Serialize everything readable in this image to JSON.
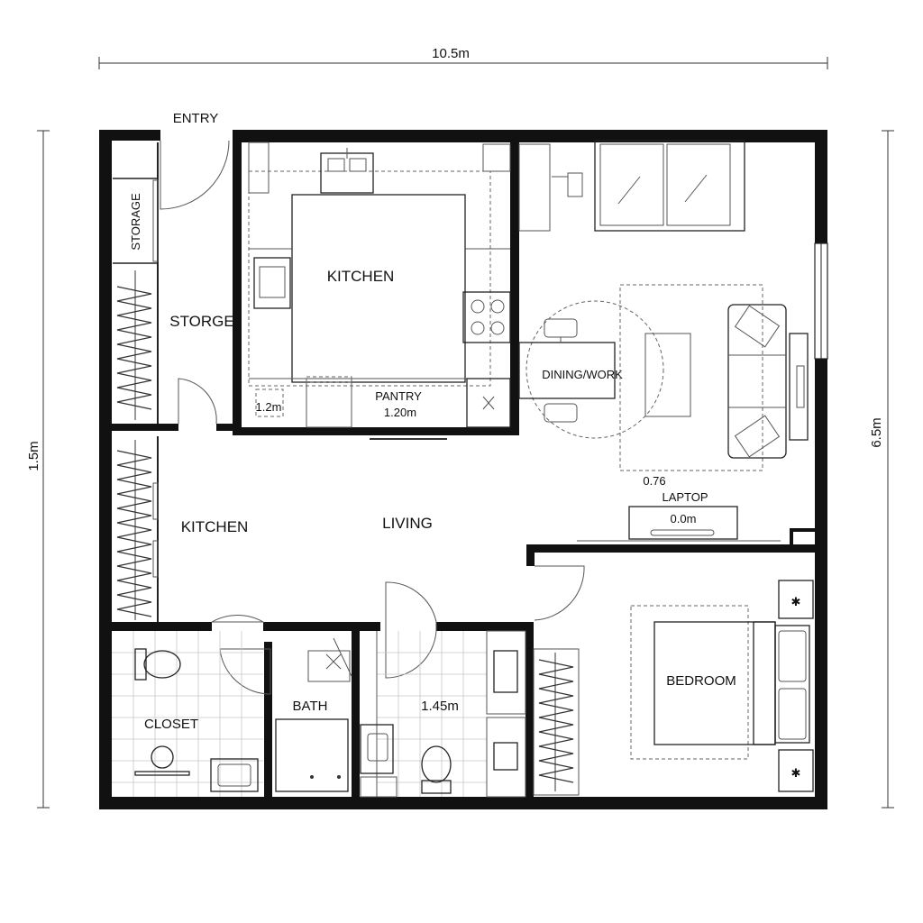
{
  "dimensions": {
    "top": "10.5m",
    "left": "1.5m",
    "right": "6.5m"
  },
  "rooms": {
    "entry": "ENTRY",
    "storage_closet": "STORAGE",
    "storge": "STORGE",
    "kitchen_upper": "KITCHEN",
    "pantry": "PANTRY",
    "pantry_dim": "1.20m",
    "pantry_small_dim": "1.2m",
    "dining": "DINING/WORK",
    "laptop_dim_top": "0.76",
    "laptop": "LAPTOP",
    "laptop_dim_bottom": "0.0m",
    "kitchen_lower": "KITCHEN",
    "living": "LIVING",
    "bath": "BATH",
    "closet": "CLOSET",
    "bath_dim": "1.45m",
    "bedroom": "BEDROOM"
  }
}
